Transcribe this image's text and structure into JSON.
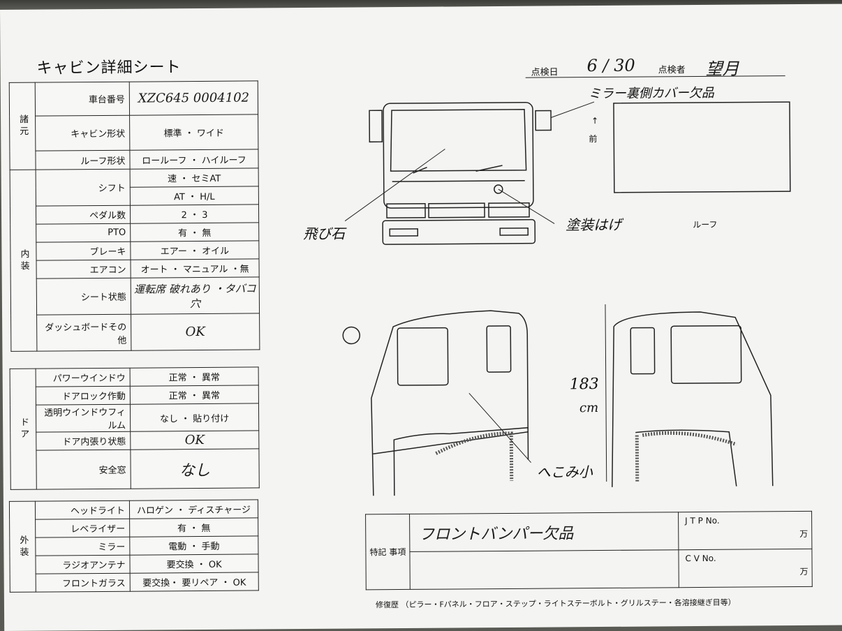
{
  "title": "キャビン詳細シート",
  "inspection": {
    "date_label": "点検日",
    "date_value": "6 / 30",
    "inspector_label": "点検者",
    "inspector_value": "望月"
  },
  "section_spec": {
    "label": "諸元",
    "rows": [
      {
        "label": "車台番号",
        "value": "XZC645 0004102"
      },
      {
        "label": "キャビン形状",
        "value": "標準 ・ ワイド"
      },
      {
        "label": "ルーフ形状",
        "value": "ロールーフ ・ ハイルーフ"
      }
    ]
  },
  "section_interior": {
    "label": "内装",
    "rows": [
      {
        "label": "シフト",
        "value": "速 ・ セミAT"
      },
      {
        "label": "",
        "value": "AT ・ H/L"
      },
      {
        "label": "ペダル数",
        "value": "2 ・ 3"
      },
      {
        "label": "PTO",
        "value": "有 ・ 無"
      },
      {
        "label": "ブレーキ",
        "value": "エアー ・ オイル"
      },
      {
        "label": "エアコン",
        "value": "オート ・ マニュアル ・無"
      },
      {
        "label": "シート状態",
        "value": "運転席 破れあり ・タバコ穴"
      },
      {
        "label": "ダッシュボードその他",
        "value": "OK"
      }
    ]
  },
  "section_door": {
    "label": "ドア",
    "rows": [
      {
        "label": "パワーウインドウ",
        "value": "正常 ・ 異常"
      },
      {
        "label": "ドアロック作動",
        "value": "正常 ・ 異常"
      },
      {
        "label": "透明ウインドウフィルム",
        "value": "なし ・ 貼り付け"
      },
      {
        "label": "ドア内張り状態",
        "value": "OK"
      },
      {
        "label": "安全窓",
        "value": "なし"
      }
    ]
  },
  "section_exterior": {
    "label": "外装",
    "rows": [
      {
        "label": "ヘッドライト",
        "value": "ハロゲン ・ ディスチャージ"
      },
      {
        "label": "レベライザー",
        "value": "有 ・ 無"
      },
      {
        "label": "ミラー",
        "value": "電動 ・ 手動"
      },
      {
        "label": "ラジオアンテナ",
        "value": "要交換 ・ OK"
      },
      {
        "label": "フロントガラス",
        "value": "要交換・ 要リペア ・ OK"
      }
    ]
  },
  "diagram_notes": {
    "mirror": "ミラー裏側カバー欠品",
    "front_arrow": "↑",
    "front": "前",
    "roof": "ルーフ",
    "chip": "飛び石",
    "paint": "塗装はげ",
    "dent": "へこみ小",
    "height": "183",
    "height_unit": "cm"
  },
  "remarks": {
    "label": "特記 事項",
    "text": "フロントバンパー欠品",
    "jtp_label": "J T P No.",
    "cv_label": "C V No.",
    "yen": "万"
  },
  "repair_history": "修復歴 （ピラー・Fパネル・フロア・ステップ・ライトステーボルト・グリルステー・各溶接継ぎ目等）"
}
